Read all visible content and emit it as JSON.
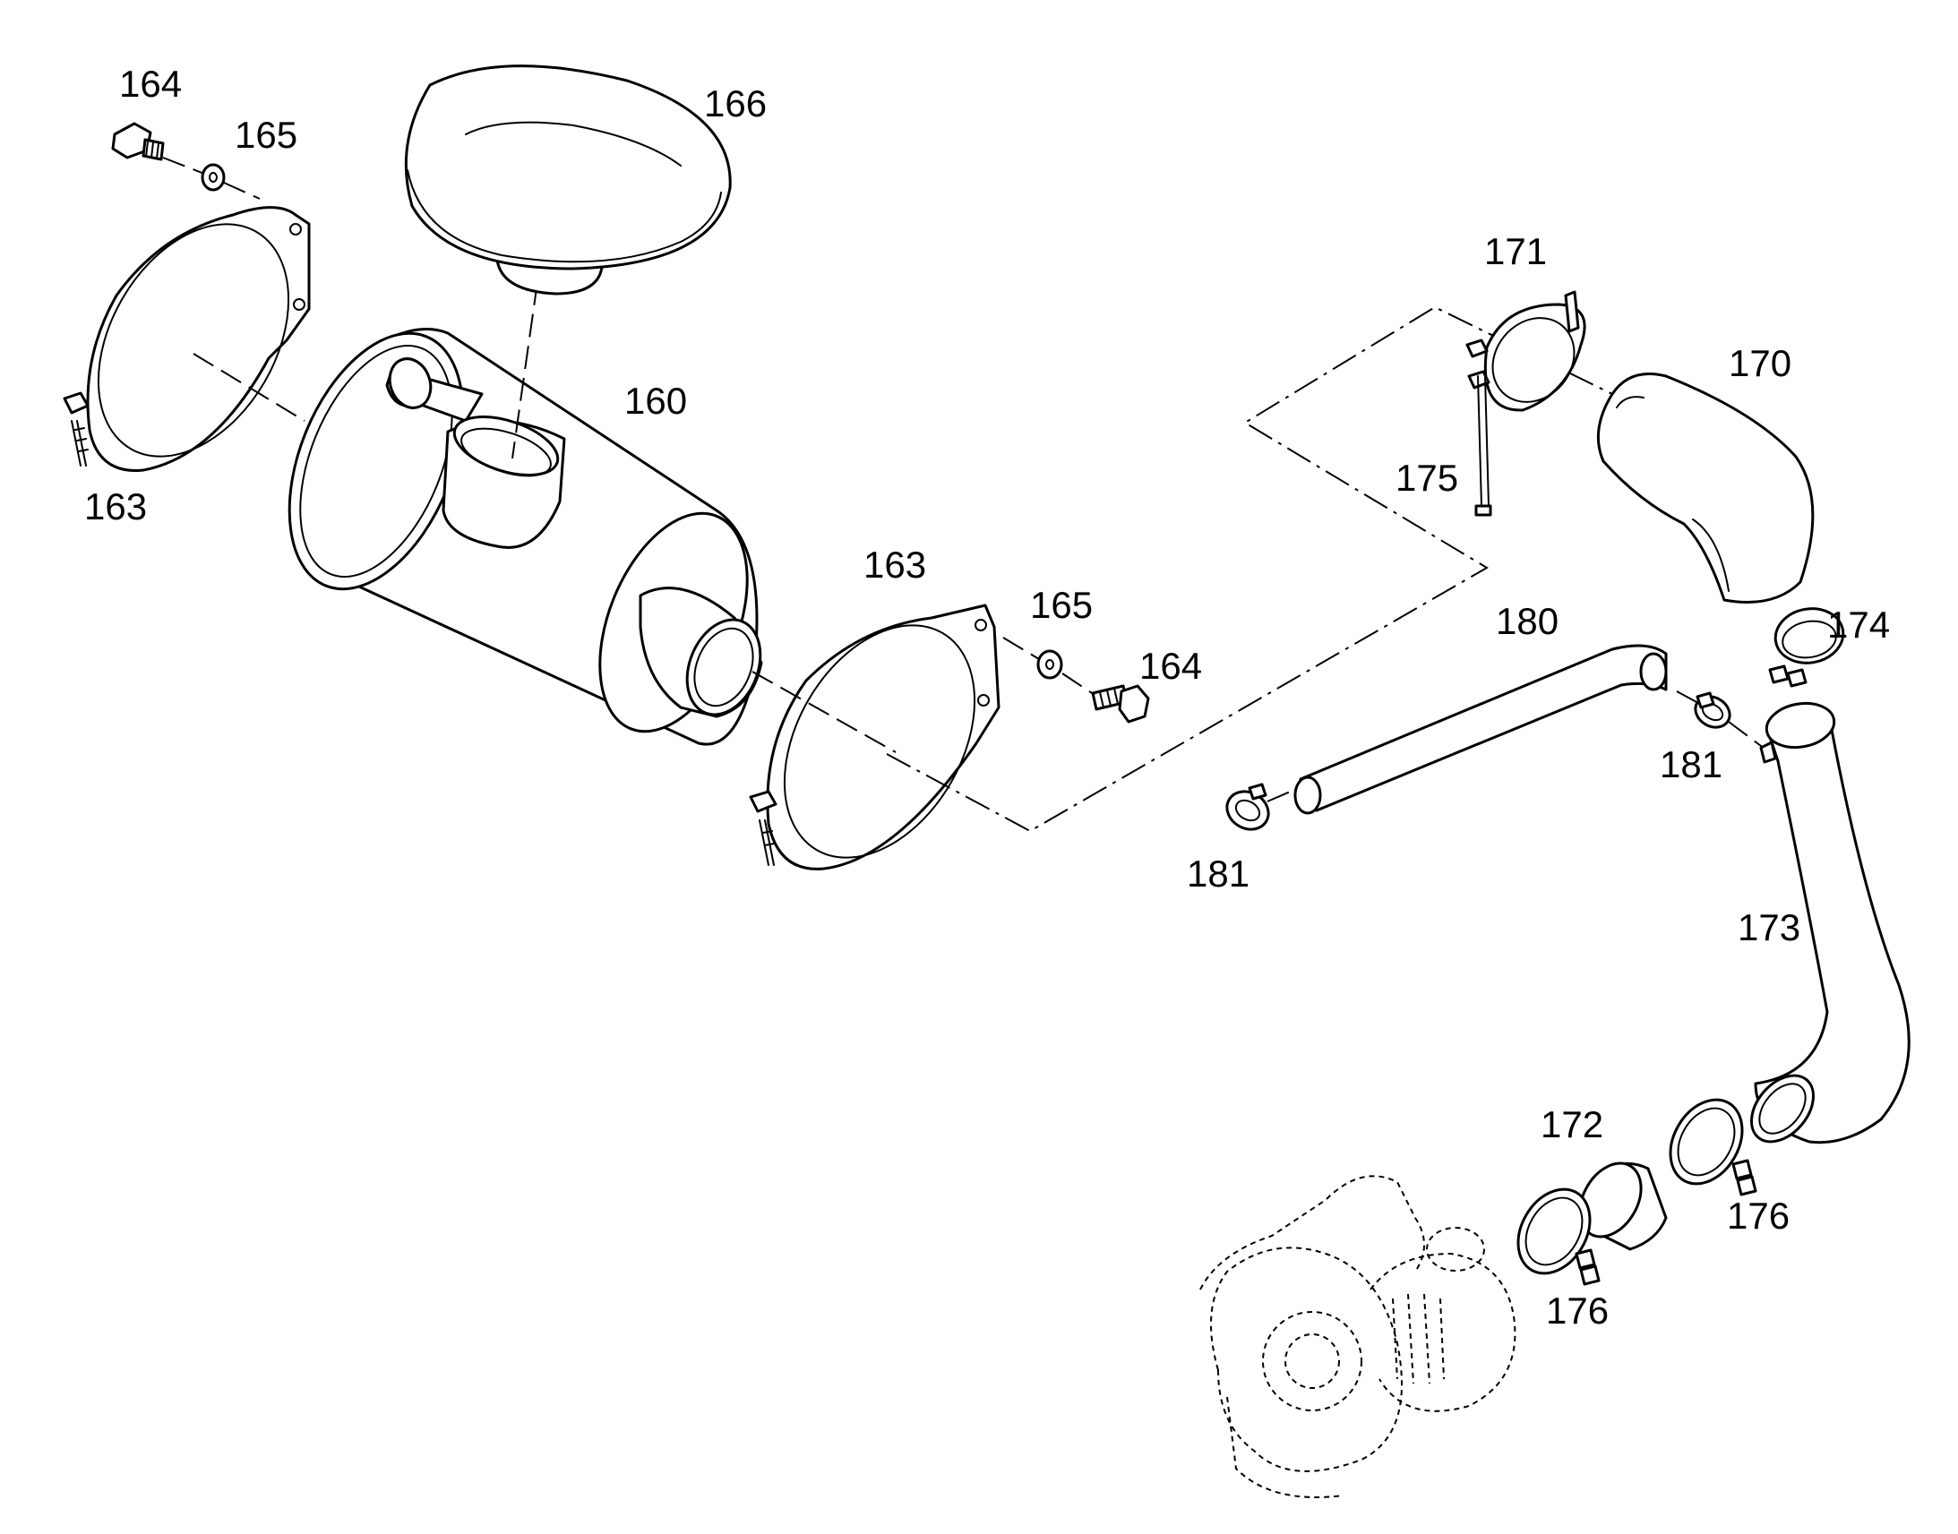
{
  "callouts": [
    {
      "id": "c164a",
      "text": "164"
    },
    {
      "id": "c165a",
      "text": "165"
    },
    {
      "id": "c166",
      "text": "166"
    },
    {
      "id": "c163a",
      "text": "163"
    },
    {
      "id": "c160",
      "text": "160"
    },
    {
      "id": "c163b",
      "text": "163"
    },
    {
      "id": "c165b",
      "text": "165"
    },
    {
      "id": "c164b",
      "text": "164"
    },
    {
      "id": "c171",
      "text": "171"
    },
    {
      "id": "c170",
      "text": "170"
    },
    {
      "id": "c175",
      "text": "175"
    },
    {
      "id": "c180",
      "text": "180"
    },
    {
      "id": "c174",
      "text": "174"
    },
    {
      "id": "c181a",
      "text": "181"
    },
    {
      "id": "c181b",
      "text": "181"
    },
    {
      "id": "c173",
      "text": "173"
    },
    {
      "id": "c172",
      "text": "172"
    },
    {
      "id": "c176a",
      "text": "176"
    },
    {
      "id": "c176b",
      "text": "176"
    }
  ],
  "colors": {
    "line": "#000000",
    "background": "#ffffff"
  }
}
